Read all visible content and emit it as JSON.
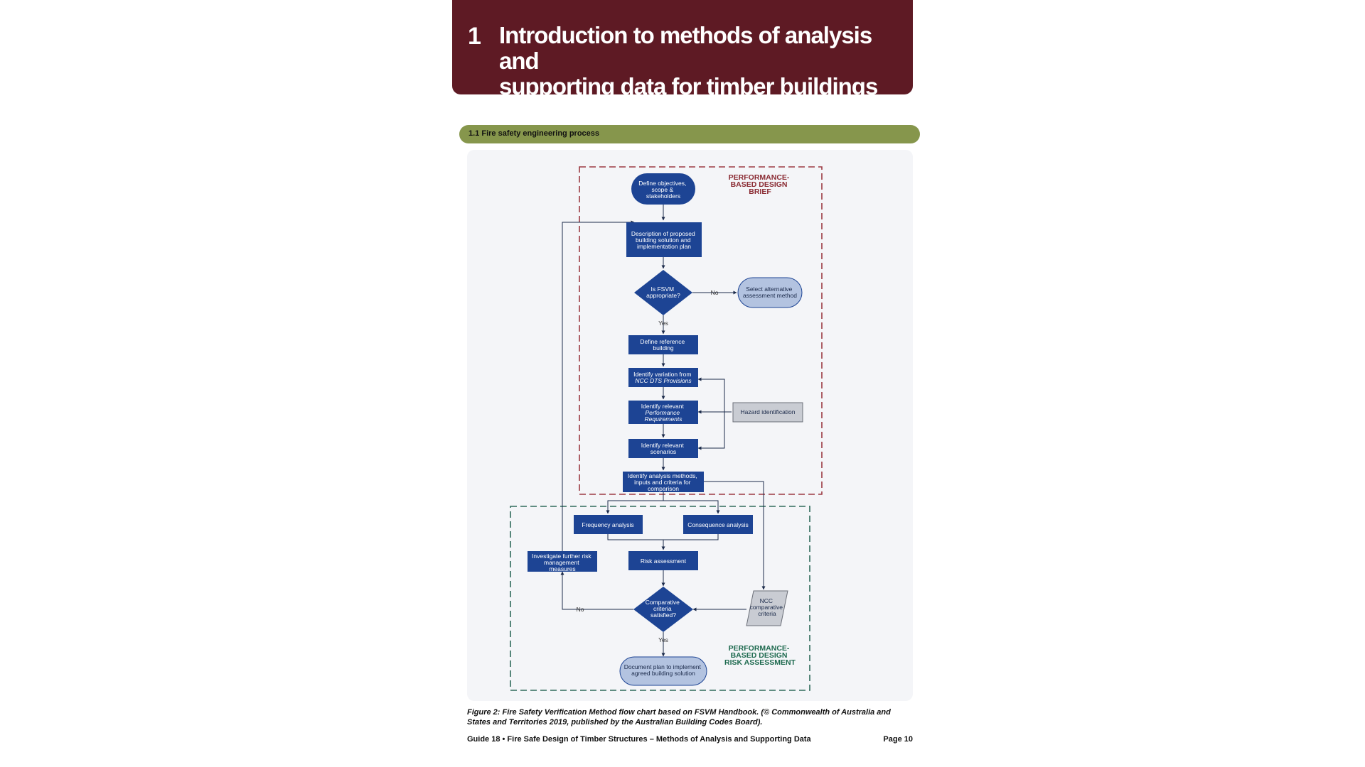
{
  "header": {
    "chapter_number": "1",
    "chapter_title": "Introduction to methods of analysis and\nsupporting data for timber buildings"
  },
  "section": {
    "label": "1.1  Fire safety engineering process"
  },
  "flowchart": {
    "zone_brief_label": [
      "PERFORMANCE-",
      "BASED DESIGN",
      "BRIEF"
    ],
    "zone_risk_label": [
      "PERFORMANCE-",
      "BASED DESIGN",
      "RISK ASSESSMENT"
    ],
    "define_objectives": [
      "Define objectives,",
      "scope &",
      "stakeholders"
    ],
    "description_proposed": [
      "Description of proposed",
      "building solution and",
      "implementation plan"
    ],
    "fsvm_decision": [
      "Is FSVM",
      "appropriate?"
    ],
    "select_alternative": [
      "Select alternative",
      "assessment method"
    ],
    "no_label_1": "No",
    "yes_label_1": "Yes",
    "define_reference": [
      "Define reference",
      "building"
    ],
    "identify_variation": [
      "Identify variation from",
      "NCC DTS Provisions"
    ],
    "identify_performance": [
      "Identify relevant",
      "Performance",
      "Requirements"
    ],
    "hazard_identification": "Hazard identification",
    "identify_scenarios": [
      "Identify relevant",
      "scenarios"
    ],
    "identify_methods": [
      "Identify analysis methods,",
      "inputs and criteria for",
      "comparison"
    ],
    "frequency_analysis": "Frequency analysis",
    "consequence_analysis": "Consequence analysis",
    "investigate_further": [
      "Investigate further risk",
      "management",
      "measures"
    ],
    "risk_assessment": "Risk assessment",
    "comparative_decision": [
      "Comparative",
      "criteria",
      "satisfied?"
    ],
    "no_label_2": "No",
    "ncc_criteria": [
      "NCC",
      "comparative",
      "criteria"
    ],
    "yes_label_2": "Yes",
    "document_plan": [
      "Document plan to implement",
      "agreed building solution"
    ]
  },
  "colors": {
    "header_bg": "#5e1a24",
    "section_bar": "#86964c",
    "process_box": "#1d4494",
    "light_box": "#b3c3e0",
    "brief_border": "#9b3a42",
    "risk_border": "#2e6b5a"
  },
  "caption": "Figure 2: Fire Safety Verification Method flow chart based on FSVM Handbook. (© Commonwealth of Australia and States and Territories 2019, published by the Australian Building Codes Board).",
  "footer": {
    "title": "Guide 18 • Fire Safe Design of Timber Structures – Methods of Analysis and Supporting Data",
    "page": "Page 10"
  }
}
